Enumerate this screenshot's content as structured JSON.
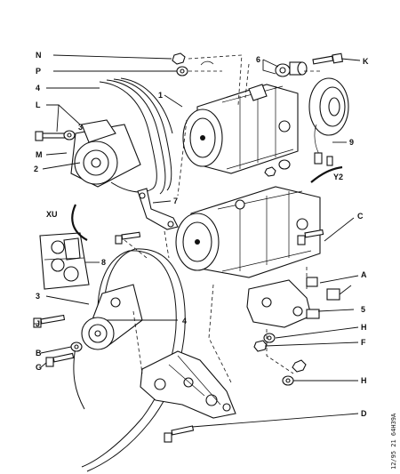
{
  "callouts": {
    "N": "N",
    "P": "P",
    "c4a": "4",
    "L": "L",
    "M": "M",
    "c3a": "3",
    "c2": "2",
    "c1": "1",
    "c6": "6",
    "K": "K",
    "c9": "9",
    "c7": "7",
    "Y2": "Y2",
    "XU": "XU",
    "c8": "8",
    "C": "C",
    "A": "A",
    "c5": "5",
    "c3b": "3",
    "J": "J",
    "c4b": "4",
    "H1": "H",
    "B": "B",
    "G": "G",
    "F": "F",
    "H2": "H",
    "D": "D"
  },
  "reference": "12/95  21 64H39A"
}
